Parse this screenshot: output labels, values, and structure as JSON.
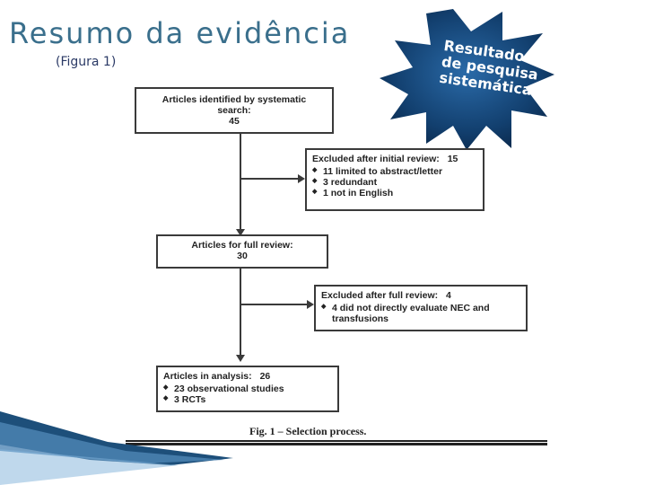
{
  "slide": {
    "title": "Resumo da evidência",
    "subtitle": "(Figura 1)",
    "burst_lines": [
      "Resultados",
      "de pesquisa",
      "sistemática"
    ],
    "accent_color": "#3a6f8c"
  },
  "figure": {
    "boxes": {
      "identified": {
        "line1": "Articles identified by systematic",
        "line2": "search:",
        "count": "45"
      },
      "excluded_initial": {
        "header": "Excluded after initial review:",
        "count": "15",
        "items": [
          "11 limited to abstract/letter",
          "3 redundant",
          "1 not in English"
        ]
      },
      "full_review": {
        "line1": "Articles for full review:",
        "count": "30"
      },
      "excluded_full": {
        "header": "Excluded after full review:",
        "count": "4",
        "items": [
          "4 did not directly evaluate NEC and transfusions"
        ]
      },
      "analysis": {
        "header": "Articles in analysis:",
        "count": "26",
        "items": [
          "23 observational studies",
          "3 RCTs"
        ]
      }
    },
    "caption": "Fig. 1 – Selection process."
  }
}
